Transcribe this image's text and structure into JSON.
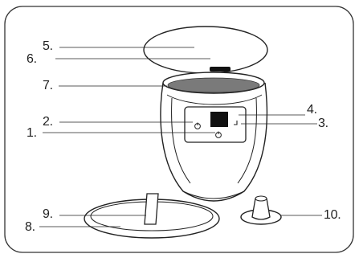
{
  "callouts": {
    "c1": "1.",
    "c2": "2.",
    "c3": "3.",
    "c4": "4.",
    "c5": "5.",
    "c6": "6.",
    "c7": "7.",
    "c8": "8.",
    "c9": "9.",
    "c10": "10."
  },
  "colors": {
    "line": "#222222",
    "frame": "#333333",
    "rim": "#777777",
    "display": "#111111"
  }
}
